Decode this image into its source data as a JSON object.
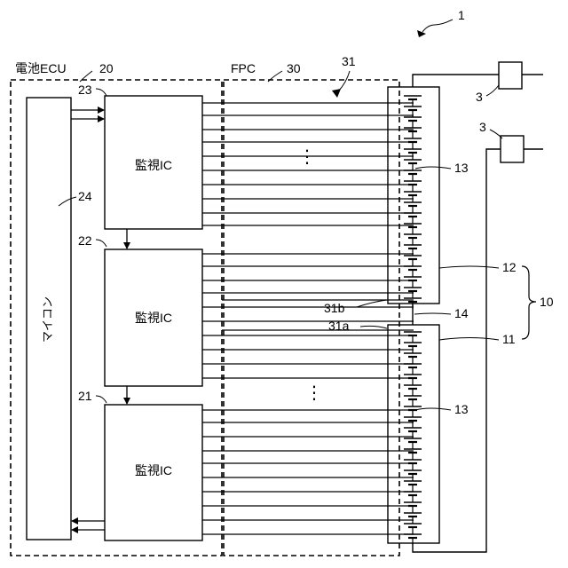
{
  "figure": {
    "labels": {
      "battery_ecu": "電池ECU",
      "fpc": "FPC",
      "microcontroller": "マイコン",
      "monitor_ic_1": "監視IC",
      "monitor_ic_2": "監視IC",
      "monitor_ic_3": "監視IC",
      "ellipsis_upper": "⋮",
      "ellipsis_lower": "⋮"
    },
    "refs": {
      "system": "1",
      "ecu": "20",
      "fpc": "30",
      "wiring": "31",
      "wire_b": "31b",
      "wire_a": "31a",
      "terminal_1": "3",
      "terminal_2": "3",
      "ic_top": "23",
      "ic_mid": "22",
      "ic_bottom": "21",
      "micro": "24",
      "cell_upper": "13",
      "cell_lower": "13",
      "module_upper": "12",
      "module_lower": "11",
      "busbar": "14",
      "pack": "10"
    }
  }
}
